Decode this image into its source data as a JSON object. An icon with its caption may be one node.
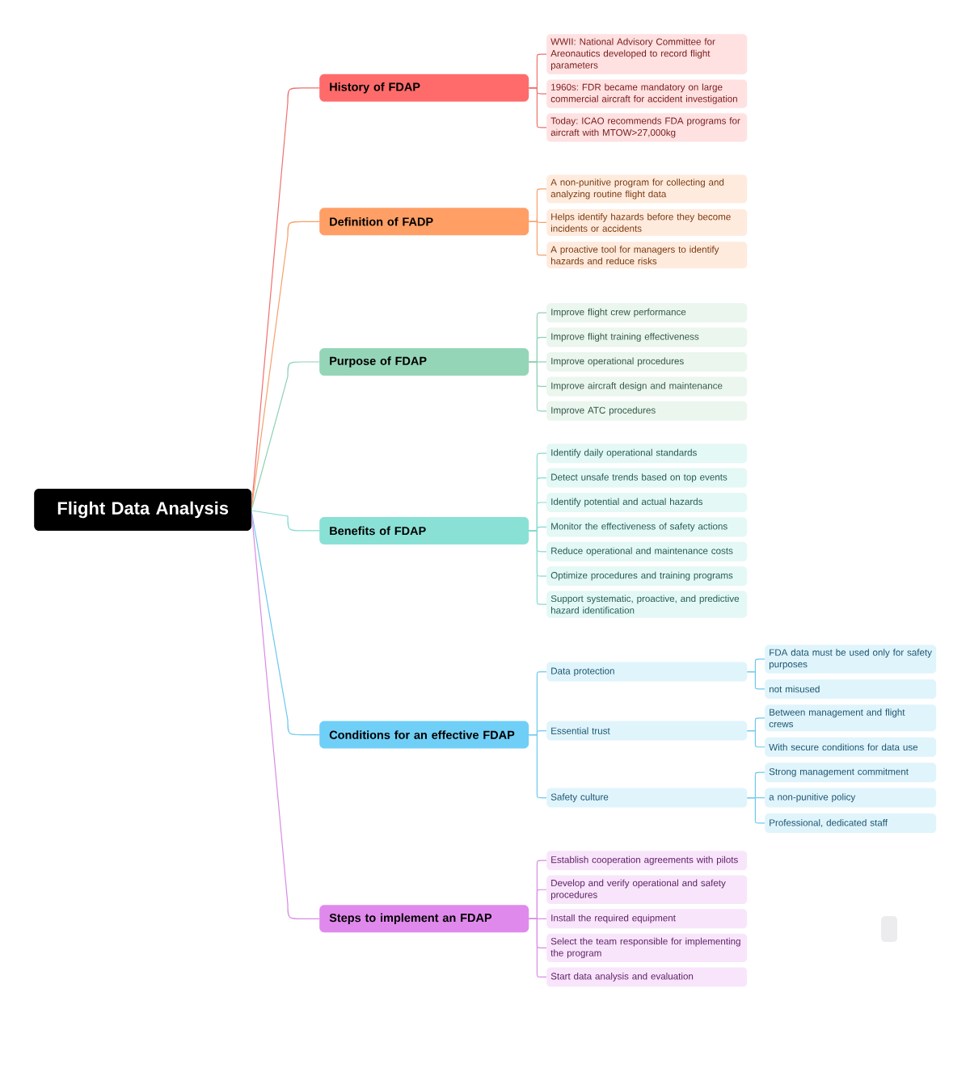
{
  "diagram": {
    "nodes": [
      {
        "text": [
          "Flight Data Analysis"
        ]
      },
      {
        "text": [
          "History of FDAP"
        ]
      },
      {
        "text": [
          "WWII: National Advisory Committee for Areonautics developed to record flight parameters"
        ]
      },
      {
        "text": [
          "1960s: FDR became mandatory on large commercial aircraft for accident investigation"
        ]
      },
      {
        "text": [
          "Today: ICAO recommends FDA programs for aircraft with MTOW>27,000kg"
        ]
      },
      {
        "text": [
          "Definition of FADP"
        ]
      },
      {
        "text": [
          "A non-punitive program for collecting and analyzing routine flight data"
        ]
      },
      {
        "text": [
          "Helps identify hazards before they become incidents or accidents"
        ]
      },
      {
        "text": [
          "A proactive tool for managers to identify hazards and reduce risks"
        ]
      },
      {
        "text": [
          "Purpose of FDAP"
        ]
      },
      {
        "text": [
          "Improve flight crew performance"
        ]
      },
      {
        "text": [
          "Improve flight training effectiveness"
        ]
      },
      {
        "text": [
          "Improve operational procedures"
        ]
      },
      {
        "text": [
          "Improve aircraft design and maintenance"
        ]
      },
      {
        "text": [
          "Improve ATC procedures"
        ]
      },
      {
        "text": [
          "Benefits of FDAP"
        ]
      },
      {
        "text": [
          "Identify daily operational standards"
        ]
      },
      {
        "text": [
          "Detect unsafe trends based on top events"
        ]
      },
      {
        "text": [
          "Identify potential and actual hazards"
        ]
      },
      {
        "text": [
          "Monitor the effectiveness of safety actions"
        ]
      },
      {
        "text": [
          "Reduce operational and maintenance costs"
        ]
      },
      {
        "text": [
          "Optimize procedures and training programs"
        ]
      },
      {
        "text": [
          "Support systematic, proactive, and predictive hazard identification"
        ]
      },
      {
        "text": [
          "Conditions for an effective FDAP"
        ]
      },
      {
        "text": [
          "Data protection"
        ]
      },
      {
        "text": [
          "FDA data must be used only for safety purposes"
        ]
      },
      {
        "text": [
          "not misused"
        ]
      },
      {
        "text": [
          "Essential trust"
        ]
      },
      {
        "text": [
          "Between management and flight crews"
        ]
      },
      {
        "text": [
          "With secure conditions for data use"
        ]
      },
      {
        "text": [
          "Safety culture"
        ]
      },
      {
        "text": [
          "Strong management commitment"
        ]
      },
      {
        "text": [
          "a non-punitive policy"
        ]
      },
      {
        "text": [
          "Professional, dedicated staff"
        ]
      },
      {
        "text": [
          "Steps to implement an FDAP"
        ]
      },
      {
        "text": [
          "Establish cooperation agreements with pilots"
        ]
      },
      {
        "text": [
          "Develop and verify operational and safety procedures"
        ]
      },
      {
        "text": [
          "Install the required equipment"
        ]
      },
      {
        "text": [
          "Select the team responsible for implementing the program"
        ]
      },
      {
        "text": [
          "Start data analysis and evaluation"
        ]
      }
    ],
    "edges": [
      {
        "from": 0,
        "to": 1,
        "arrow": "none",
        "color": "#f0706e"
      },
      {
        "from": 0,
        "to": 5,
        "arrow": "none",
        "color": "#f6a06c"
      },
      {
        "from": 0,
        "to": 9,
        "arrow": "none",
        "color": "#8fd1b3"
      },
      {
        "from": 0,
        "to": 15,
        "arrow": "none",
        "color": "#85dad2"
      },
      {
        "from": 0,
        "to": 23,
        "arrow": "none",
        "color": "#6cc8ee"
      },
      {
        "from": 0,
        "to": 34,
        "arrow": "none",
        "color": "#d98ae6"
      },
      {
        "from": 1,
        "to": 2,
        "arrow": "none",
        "color": "#f0706e"
      },
      {
        "from": 1,
        "to": 3,
        "arrow": "none",
        "color": "#f0706e"
      },
      {
        "from": 1,
        "to": 4,
        "arrow": "none",
        "color": "#f0706e"
      },
      {
        "from": 5,
        "to": 6,
        "arrow": "none",
        "color": "#f6a06c"
      },
      {
        "from": 5,
        "to": 7,
        "arrow": "none",
        "color": "#f6a06c"
      },
      {
        "from": 5,
        "to": 8,
        "arrow": "none",
        "color": "#f6a06c"
      },
      {
        "from": 9,
        "to": 10,
        "arrow": "none",
        "color": "#8fd1b3"
      },
      {
        "from": 9,
        "to": 11,
        "arrow": "none",
        "color": "#8fd1b3"
      },
      {
        "from": 9,
        "to": 12,
        "arrow": "none",
        "color": "#8fd1b3"
      },
      {
        "from": 9,
        "to": 13,
        "arrow": "none",
        "color": "#8fd1b3"
      },
      {
        "from": 9,
        "to": 14,
        "arrow": "none",
        "color": "#8fd1b3"
      },
      {
        "from": 15,
        "to": 16,
        "arrow": "none",
        "color": "#85dad2"
      },
      {
        "from": 15,
        "to": 17,
        "arrow": "none",
        "color": "#85dad2"
      },
      {
        "from": 15,
        "to": 18,
        "arrow": "none",
        "color": "#85dad2"
      },
      {
        "from": 15,
        "to": 19,
        "arrow": "none",
        "color": "#85dad2"
      },
      {
        "from": 15,
        "to": 20,
        "arrow": "none",
        "color": "#85dad2"
      },
      {
        "from": 15,
        "to": 21,
        "arrow": "none",
        "color": "#85dad2"
      },
      {
        "from": 15,
        "to": 22,
        "arrow": "none",
        "color": "#85dad2"
      },
      {
        "from": 23,
        "to": 24,
        "arrow": "none",
        "color": "#6cc8ee"
      },
      {
        "from": 23,
        "to": 27,
        "arrow": "none",
        "color": "#6cc8ee"
      },
      {
        "from": 23,
        "to": 30,
        "arrow": "none",
        "color": "#6cc8ee"
      },
      {
        "from": 24,
        "to": 25,
        "arrow": "none",
        "color": "#6cc8ee"
      },
      {
        "from": 24,
        "to": 26,
        "arrow": "none",
        "color": "#6cc8ee"
      },
      {
        "from": 27,
        "to": 28,
        "arrow": "none",
        "color": "#6cc8ee"
      },
      {
        "from": 27,
        "to": 29,
        "arrow": "none",
        "color": "#6cc8ee"
      },
      {
        "from": 30,
        "to": 31,
        "arrow": "none",
        "color": "#6cc8ee"
      },
      {
        "from": 30,
        "to": 32,
        "arrow": "none",
        "color": "#6cc8ee"
      },
      {
        "from": 30,
        "to": 33,
        "arrow": "none",
        "color": "#6cc8ee"
      },
      {
        "from": 34,
        "to": 35,
        "arrow": "none",
        "color": "#d98ae6"
      },
      {
        "from": 34,
        "to": 36,
        "arrow": "none",
        "color": "#d98ae6"
      },
      {
        "from": 34,
        "to": 37,
        "arrow": "none",
        "color": "#d98ae6"
      },
      {
        "from": 34,
        "to": 38,
        "arrow": "none",
        "color": "#d98ae6"
      },
      {
        "from": 34,
        "to": 39,
        "arrow": "none",
        "color": "#d98ae6"
      }
    ]
  }
}
